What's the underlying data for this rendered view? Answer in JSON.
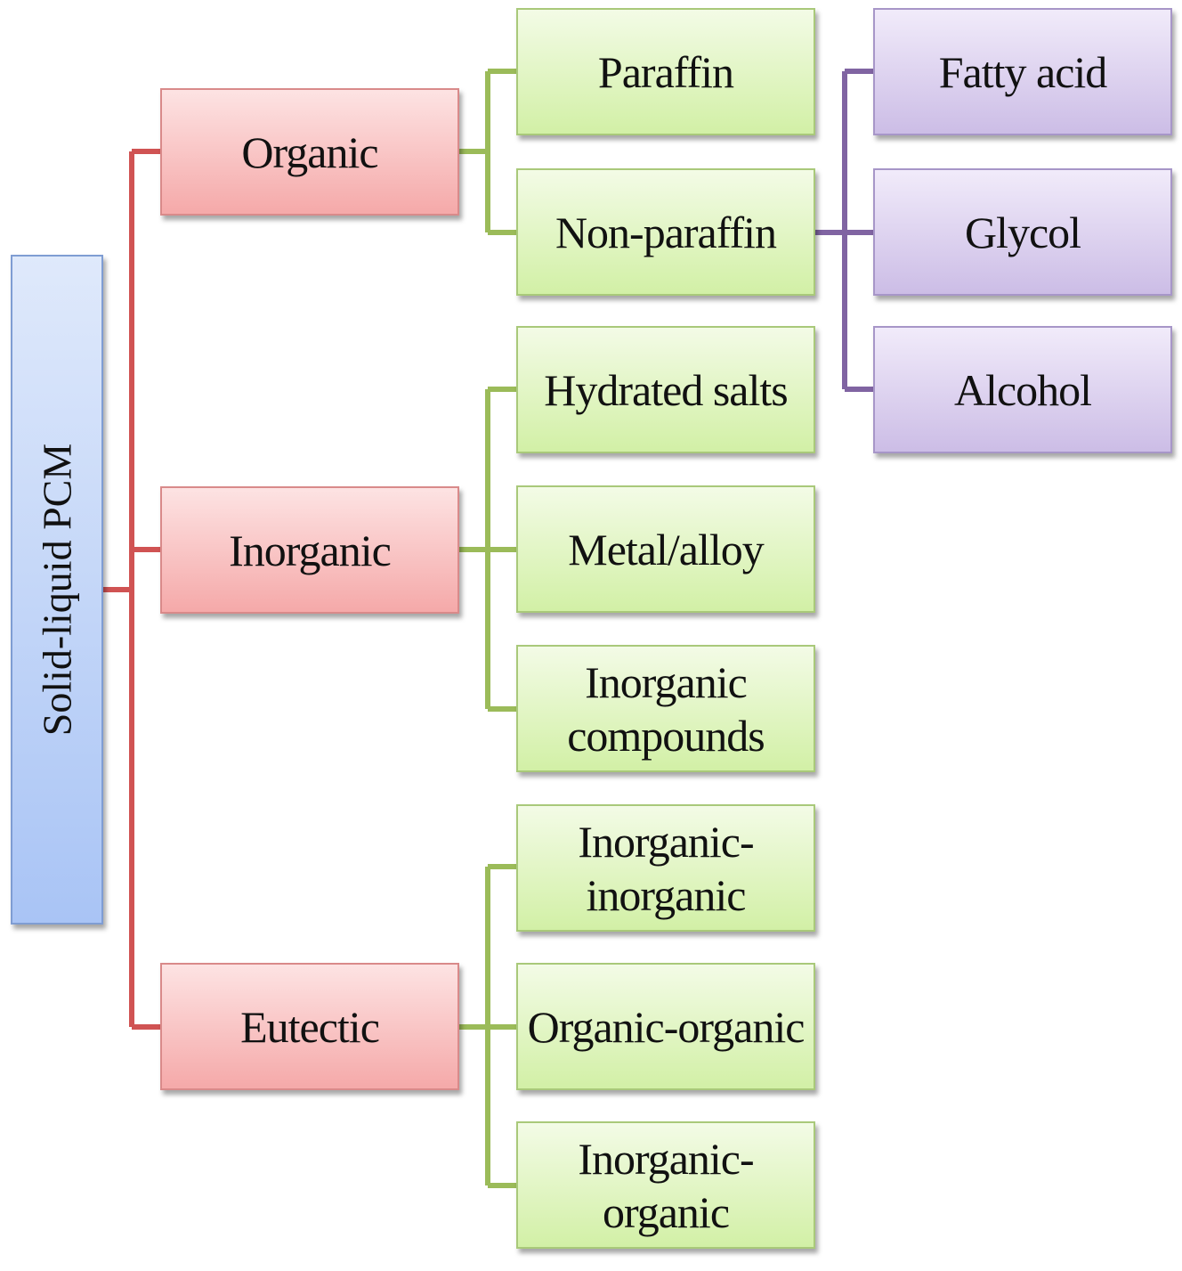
{
  "root": {
    "label": "Solid-liquid PCM"
  },
  "categories": [
    {
      "label": "Organic"
    },
    {
      "label": "Inorganic"
    },
    {
      "label": "Eutectic"
    }
  ],
  "organic": [
    {
      "label": "Paraffin"
    },
    {
      "label": "Non-paraffin"
    }
  ],
  "non_paraffin": [
    {
      "label": "Fatty acid"
    },
    {
      "label": "Glycol"
    },
    {
      "label": "Alcohol"
    }
  ],
  "inorganic": [
    {
      "label": "Hydrated salts"
    },
    {
      "label": "Metal/alloy"
    },
    {
      "label_line1": "Inorganic",
      "label_line2": "compounds"
    }
  ],
  "eutectic": [
    {
      "label_line1": "Inorganic-",
      "label_line2": "inorganic"
    },
    {
      "label": "Organic-organic"
    },
    {
      "label": "Inorganic-organic"
    }
  ],
  "colors": {
    "root_fill": "#a9c4f5",
    "category_fill": "#f5a9a9",
    "subtype_fill": "#d2f0a6",
    "leaf_fill": "#ccbde6",
    "category_connector": "#d05353",
    "subtype_connector": "#9bbb59",
    "leaf_connector": "#8064a2"
  }
}
